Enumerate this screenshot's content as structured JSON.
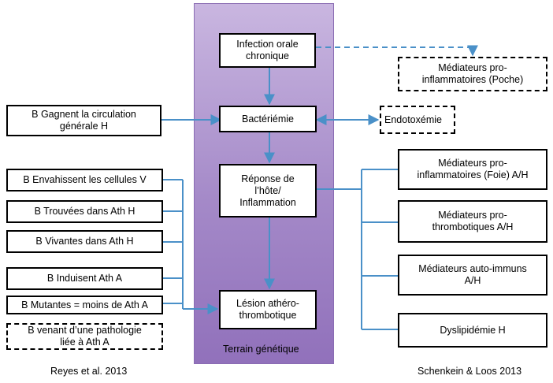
{
  "center": {
    "infection": "Infection orale\nchronique",
    "bacteriemie": "Bactériémie",
    "reponse": "Réponse de\nl’hôte/\nInflammation",
    "lesion": "Lésion athéro-\nthrombotique",
    "terrain": "Terrain génétique"
  },
  "left": {
    "circulation": "B Gagnent la circulation\ngénérale           H",
    "envahissent": "B Envahissent les cellules   V",
    "trouvees": "B Trouvées dans Ath      H",
    "vivantes": "B Vivantes dans Ath     H",
    "induisent": "B Induisent Ath       A",
    "mutantes": "B Mutantes = moins de Ath  A",
    "pathologie": "B  venant d’une pathologie\nliée à Ath        A"
  },
  "right": {
    "poche": "Médiateurs pro-\ninflammatoires (Poche)",
    "endotoxemie": "Endotoxémie",
    "foie": "Médiateurs pro-\ninflammatoires (Foie)    A/H",
    "thrombotiques": "Médiateurs pro-\nthrombotiques      A/H",
    "autoimmuns": "Médiateurs auto-immuns\n               A/H",
    "dyslipidemie": "Dyslipidémie       H"
  },
  "refs": {
    "left": "Reyes et al. 2013",
    "right": "Schenkein & Loos 2013"
  },
  "colors": {
    "arrow": "#4a90c8",
    "column": "#a489c8"
  }
}
